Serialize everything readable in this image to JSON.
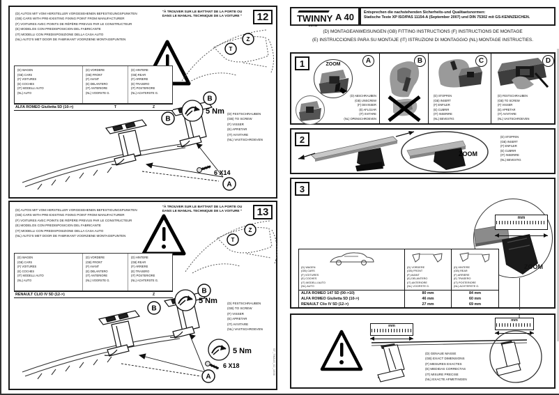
{
  "meta": {
    "side_code": "ST_TWA48_02_1608"
  },
  "shared": {
    "zoom": "ZOOM",
    "mm": "mm",
    "torque": "5 Nm",
    "door_note_1": "\"À TROUVER SUR LE BATTANT DE LA PORTE OU",
    "door_note_2": "DANS LE MANUAL TECHNIQUE DE LA VOITURE \"",
    "fixing_intro": [
      "(D) AUTOS MIT VOM HERSTELLER VORGESEHENEN BEFESTIGUNGSPUNKTEN",
      "(GB) CARS WITH PRE-EXISTING FIXING POINT FROM MANUFACTURER",
      "(F) VOITURES AVEC POINTS DE RÉPÈRE PREVUS PAR LE CONSTRUCTEUR",
      "(E) MODELOS CON PREDISPOSICION DEL FABRICANTE",
      "(IT) MODELLI CON PREDISPOSIZIONE DELLA CASA AUTO",
      "(NL) AUTO'S MET DOOR DE FABRIKANT VOORZIENE MONTAGEPUNTEN"
    ],
    "cars_col": [
      "(D) WAGEN",
      "(GB) CARS",
      "(F) VOITURES",
      "(E) COCHES",
      "(IT) MODELLI  AUTO",
      "(NL) AUTO"
    ],
    "front_col": [
      "(D) VORDERE",
      "(GB) FRONT",
      "(F) AVANT",
      "(E) DELANTERO",
      "(IT) ANTERIORE",
      "(NL) VOORSTE G."
    ],
    "rear_col": [
      "(D) HINTERE",
      "(GB) REAR",
      "(F) ARRIERE",
      "(E) TRASERO",
      "(IT) POSTERIORE",
      "(NL) ACHTERSTE G."
    ],
    "screw_labels": [
      "(D) FESTSCHRAUBEN",
      "(GB) TO SCREW",
      "(F) VISSER",
      "(E) APRETAR",
      "(IT) AVVITARE",
      "(NL) VASTSCHROEVEN"
    ],
    "unscrew_labels": [
      "(D) ABSCHRAUBEN",
      "(GB) UNSCREW",
      "(F) DEVISSER",
      "(E) AFLOJAR",
      "(IT) SVITARE",
      "(NL) OPENSCHROEVEN"
    ],
    "insert_labels": [
      "(D) STOPFEN",
      "(GB) INSERT",
      "(F) ENFILER",
      "(E) CUBRIR",
      "(IT) INSERIRE",
      "(NL) BEVESTIG"
    ],
    "exact_labels": [
      "(D) GENAUE MASSE",
      "(GB) EXACT DIMENSIONS",
      "(F) MESURES EXACTES",
      "(E) MEDIDAS CORRECTAS",
      "(IT) MISURE PRECISE",
      "(NL) EXACTE AFMETINGEN"
    ]
  },
  "panel12": {
    "number": "12",
    "model": "ALFA ROMEO Giulietta 5D (10->)",
    "front_code": "T",
    "rear_code": "Z",
    "screw_size": "6 X14"
  },
  "panel13": {
    "number": "13",
    "model": "RENAULT CLIO IV 5D (12->)",
    "front_code": "T",
    "rear_code": "Z",
    "screw_size": "6 X18"
  },
  "header": {
    "brand": "TWINNY",
    "brand_sub": "LOAD",
    "model": "A 40",
    "standards_line1": "Entsprechen die nachstehenden Sicherheits-und Qualitaetsnormen:",
    "standards_line2": "Statische Teste XP ISO/PAS 11154-A (September 2007) und DIN 75302 mit GS-KENNZEICHEN.",
    "instructions_line1": "(D) MONTAGEANWEISUNGEN  (GB) FITTING INSTRUCTIONS  (F) INSTRUCTIONS DE MONTAGE",
    "instructions_line2": "(E) INSTRUCCIONES PARA SU MONTAJE (IT) ISTRUZIONI DI MONTAGGIO (NL) MONTAGE INSTRUCTIES."
  },
  "steps": {
    "letters": [
      "A",
      "B",
      "C",
      "D"
    ],
    "s1": {
      "number": "1"
    },
    "s2": {
      "number": "2"
    },
    "s3": {
      "number": "3"
    }
  },
  "table3": {
    "rows": [
      {
        "car": "ALFA ROMEO 147 5D (00->10)",
        "front": "80 mm",
        "rear": "84 mm"
      },
      {
        "car": "ALFA ROMEO Giulietta 5D (10->)",
        "front": "46 mm",
        "rear": "60 mm"
      },
      {
        "car": "RENAULT Clio IV 5D (12->)",
        "front": "27 mm",
        "rear": "69 mm"
      }
    ]
  }
}
